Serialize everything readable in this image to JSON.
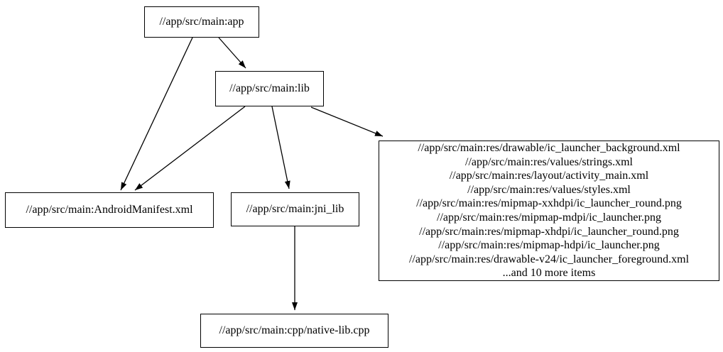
{
  "graph": {
    "background_color": "#ffffff",
    "node_border_color": "#000000",
    "edge_color": "#000000",
    "text_color": "#000000",
    "nodes": {
      "app": {
        "label": "//app/src/main:app"
      },
      "lib": {
        "label": "//app/src/main:lib"
      },
      "manifest": {
        "label": "//app/src/main:AndroidManifest.xml"
      },
      "jni_lib": {
        "label": "//app/src/main:jni_lib"
      },
      "native_lib": {
        "label": "//app/src/main:cpp/native-lib.cpp"
      },
      "res": {
        "lines": [
          "//app/src/main:res/drawable/ic_launcher_background.xml",
          "//app/src/main:res/values/strings.xml",
          "//app/src/main:res/layout/activity_main.xml",
          "//app/src/main:res/values/styles.xml",
          "//app/src/main:res/mipmap-xxhdpi/ic_launcher_round.png",
          "//app/src/main:res/mipmap-mdpi/ic_launcher.png",
          "//app/src/main:res/mipmap-xhdpi/ic_launcher_round.png",
          "//app/src/main:res/mipmap-hdpi/ic_launcher.png",
          "//app/src/main:res/drawable-v24/ic_launcher_foreground.xml",
          "...and 10 more items"
        ]
      }
    },
    "edges": [
      {
        "from": "app",
        "to": "lib"
      },
      {
        "from": "app",
        "to": "manifest"
      },
      {
        "from": "lib",
        "to": "manifest"
      },
      {
        "from": "lib",
        "to": "jni_lib"
      },
      {
        "from": "lib",
        "to": "res"
      },
      {
        "from": "jni_lib",
        "to": "native_lib"
      }
    ]
  }
}
